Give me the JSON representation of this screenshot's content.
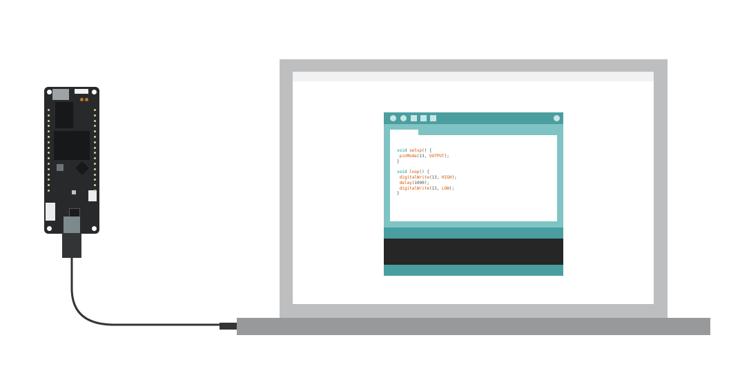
{
  "ide": {
    "code_lines": [
      [
        {
          "t": "void ",
          "c": "kw"
        },
        {
          "t": "setup",
          "c": "fn"
        },
        {
          "t": "() {",
          "c": ""
        }
      ],
      [
        {
          "t": " ",
          "c": ""
        },
        {
          "t": "pinMode",
          "c": "fn"
        },
        {
          "t": "(13, ",
          "c": ""
        },
        {
          "t": "OUTPUT",
          "c": "fn"
        },
        {
          "t": ");",
          "c": ""
        }
      ],
      [
        {
          "t": "}",
          "c": ""
        }
      ],
      [
        {
          "t": "",
          "c": ""
        }
      ],
      [
        {
          "t": "void ",
          "c": "kw"
        },
        {
          "t": "loop",
          "c": "fn"
        },
        {
          "t": "() {",
          "c": ""
        }
      ],
      [
        {
          "t": " ",
          "c": ""
        },
        {
          "t": "digitalWrite",
          "c": "fn"
        },
        {
          "t": "(13, ",
          "c": ""
        },
        {
          "t": "HIGH",
          "c": "fn"
        },
        {
          "t": ");",
          "c": ""
        }
      ],
      [
        {
          "t": " ",
          "c": ""
        },
        {
          "t": "delay",
          "c": "fn"
        },
        {
          "t": "(1000);",
          "c": ""
        }
      ],
      [
        {
          "t": " ",
          "c": ""
        },
        {
          "t": "digitalWrite",
          "c": "fn"
        },
        {
          "t": "(13, ",
          "c": ""
        },
        {
          "t": "LOW",
          "c": "fn"
        },
        {
          "t": ");",
          "c": ""
        }
      ],
      [
        {
          "t": "}",
          "c": ""
        }
      ]
    ],
    "toolbar_icons": [
      "verify-icon",
      "upload-icon",
      "new-icon",
      "open-icon",
      "save-icon"
    ],
    "search_icon": "search-icon"
  },
  "colors": {
    "ide_teal_dark": "#4a9ea0",
    "ide_teal_light": "#7fc3c4",
    "console_bg": "#262626",
    "board_bg": "#28292b",
    "laptop_lid": "#bdbec0",
    "laptop_base": "#98999b",
    "cable": "#333436"
  }
}
